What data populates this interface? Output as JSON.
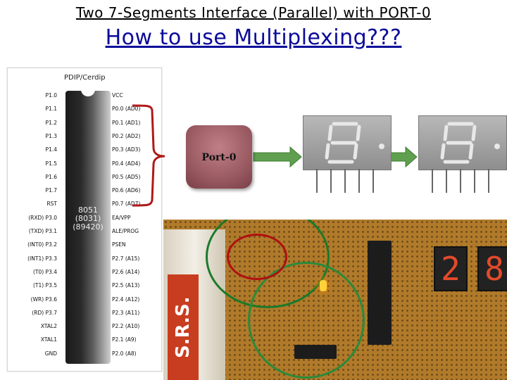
{
  "slide": {
    "heading_1": "Two 7-Segments Interface (Parallel) with PORT-0",
    "heading_2": "How to use Multiplexing???"
  },
  "chip": {
    "title": "PDIP/Cerdip",
    "body_label": "8051\n(8031)\n(89420)",
    "left_pins": [
      "P1.0",
      "P1.1",
      "P1.2",
      "P1.3",
      "P1.4",
      "P1.5",
      "P1.6",
      "P1.7",
      "RST",
      "(RXD) P3.0",
      "(TXD) P3.1",
      "(INT0) P3.2",
      "(INT1) P3.3",
      "(T0) P3.4",
      "(T1) P3.5",
      "(WR) P3.6",
      "(RD) P3.7",
      "XTAL2",
      "XTAL1",
      "GND"
    ],
    "right_pins": [
      "VCC",
      "P0.0 (AD0)",
      "P0.1 (AD1)",
      "P0.2 (AD2)",
      "P0.3 (AD3)",
      "P0.4 (AD4)",
      "P0.5 (AD5)",
      "P0.6 (AD6)",
      "P0.7 (AD7)",
      "EA/VPP",
      "ALE/PROG",
      "PSEN",
      "P2.7 (A15)",
      "P2.6 (A14)",
      "P2.5 (A13)",
      "P2.4 (A12)",
      "P2.3 (A11)",
      "P2.2 (A10)",
      "P2.1 (A9)",
      "P2.0 (A8)"
    ]
  },
  "port_box": {
    "label": "Port-0"
  },
  "photo": {
    "transformer_text": "S.R.S.",
    "display_1": "2",
    "display_2": "8"
  },
  "colors": {
    "heading_2": "#0b0b9a",
    "bracket": "#b01818",
    "arrow": "#5f9f4f",
    "port_box": "#9a5a62"
  }
}
